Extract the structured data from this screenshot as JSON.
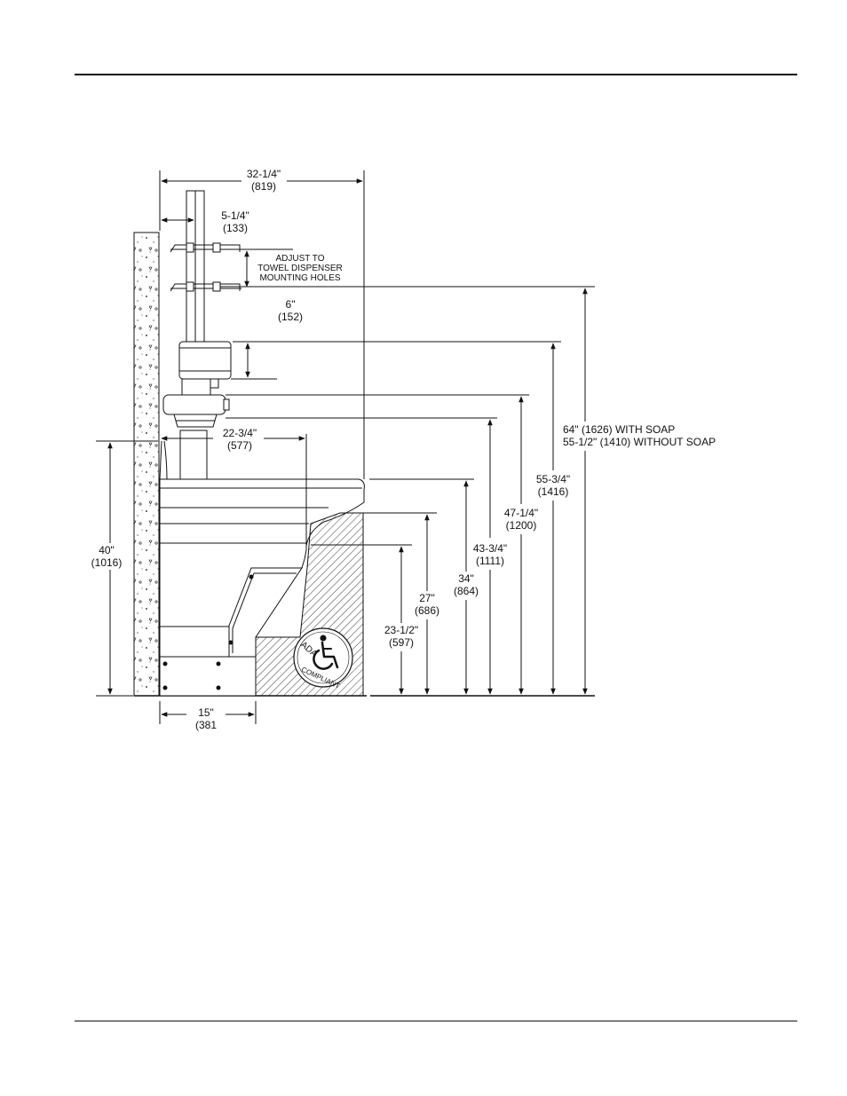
{
  "dimensions": {
    "overall_width": {
      "in": "32-1/4\"",
      "mm": "(819)"
    },
    "wall_offset": {
      "in": "5-1/4\"",
      "mm": "(133)"
    },
    "adjust_note": [
      "ADJUST TO",
      "TOWEL DISPENSER",
      "MOUNTING HOLES"
    ],
    "six_inch": {
      "in": "6\"",
      "mm": "(152)"
    },
    "bowl_depth": {
      "in": "22-3/4\"",
      "mm": "(577)"
    },
    "wall_height": {
      "in": "40\"",
      "mm": "(1016)"
    },
    "base_width": {
      "in": "15\"",
      "mm": "(381"
    },
    "h_23": {
      "in": "23-1/2\"",
      "mm": "(597)"
    },
    "h_27": {
      "in": "27\"",
      "mm": "(686)"
    },
    "h_34": {
      "in": "34\"",
      "mm": "(864)"
    },
    "h_43": {
      "in": "43-3/4\"",
      "mm": "(1111)"
    },
    "h_47": {
      "in": "47-1/4\"",
      "mm": "(1200)"
    },
    "h_55": {
      "in": "55-3/4\"",
      "mm": "(1416)"
    },
    "h_64": {
      "with_soap": "64\" (1626) WITH SOAP",
      "without_soap": "55-1/2\" (1410) WITHOUT SOAP"
    }
  },
  "badge": {
    "top": "ADA",
    "bottom": "COMPLIANT"
  }
}
